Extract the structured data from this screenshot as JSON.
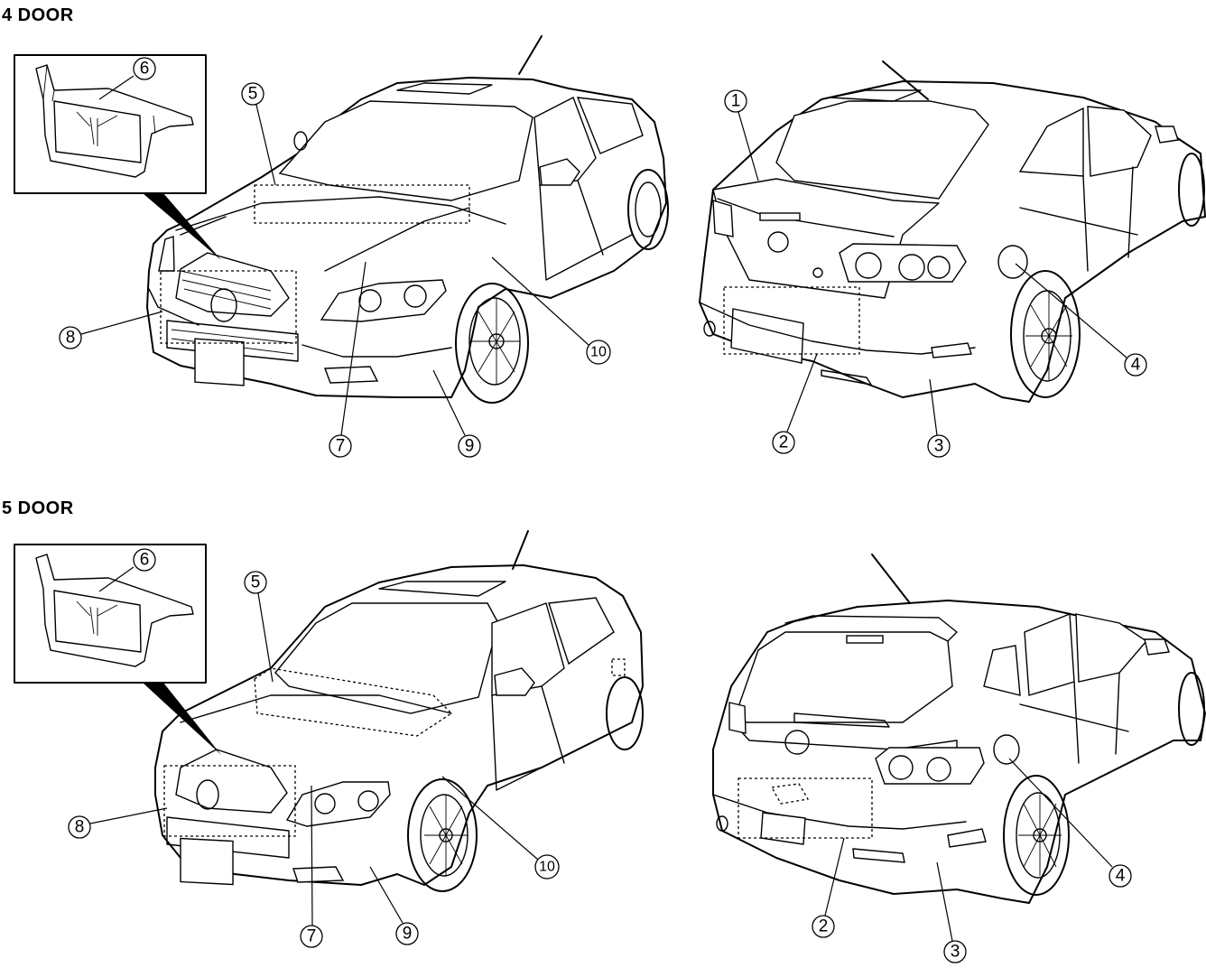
{
  "sections": [
    {
      "title": "4 DOOR"
    },
    {
      "title": "5 DOOR"
    }
  ],
  "callouts": {
    "four_door": [
      "1",
      "2",
      "3",
      "4",
      "5",
      "6",
      "7",
      "8",
      "9",
      "10"
    ],
    "five_door": [
      "2",
      "3",
      "4",
      "5",
      "6",
      "7",
      "8",
      "9",
      "10"
    ]
  }
}
